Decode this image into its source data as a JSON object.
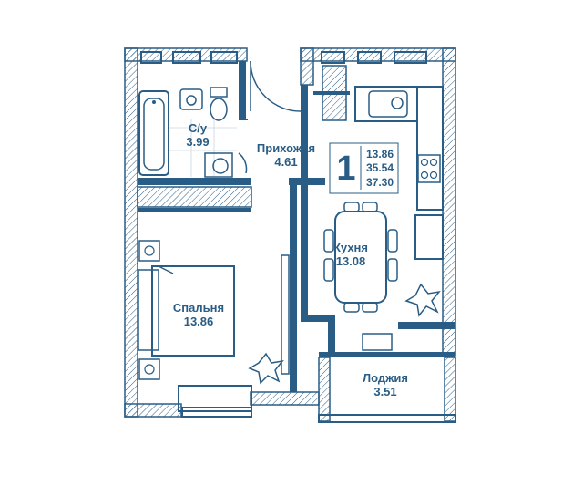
{
  "apartment": {
    "rooms_count": "1",
    "areas": {
      "living": "13.86",
      "total": "35.54",
      "with_loggia": "37.30"
    }
  },
  "rooms": {
    "bathroom": {
      "name": "С/у",
      "area": "3.99"
    },
    "hallway": {
      "name": "Прихожая",
      "area": "4.61"
    },
    "kitchen": {
      "name": "Кухня",
      "area": "13.08"
    },
    "bedroom": {
      "name": "Спальня",
      "area": "13.86"
    },
    "loggia": {
      "name": "Лоджия",
      "area": "3.51"
    }
  },
  "colors": {
    "line": "#2a5d85",
    "background": "#ffffff"
  }
}
